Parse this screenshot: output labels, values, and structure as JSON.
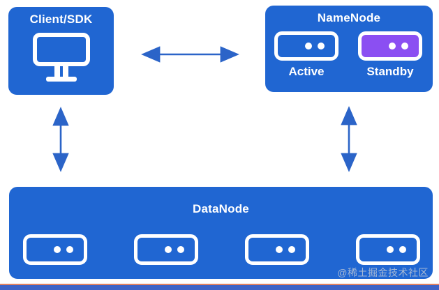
{
  "diagram": {
    "client_box": {
      "title": "Client/SDK"
    },
    "namenode_box": {
      "title": "NameNode",
      "nodes": [
        {
          "label": "Active",
          "style": "outline-blue"
        },
        {
          "label": "Standby",
          "style": "filled-purple"
        }
      ]
    },
    "datanode_box": {
      "title": "DataNode",
      "server_count": 4
    },
    "connections": [
      "Client/SDK <-> NameNode",
      "Client/SDK <-> DataNode",
      "NameNode <-> DataNode"
    ],
    "watermark": "@稀土掘金技术社区"
  },
  "colors": {
    "box_blue": "#2066d2",
    "arrow_blue": "#2b64c8",
    "standby_purple": "#8b4ff2",
    "footer_bar_blue": "#3e63c6",
    "footer_line_orange": "#e08060",
    "text_white": "#ffffff",
    "watermark_gray": "#d6d6d6"
  }
}
